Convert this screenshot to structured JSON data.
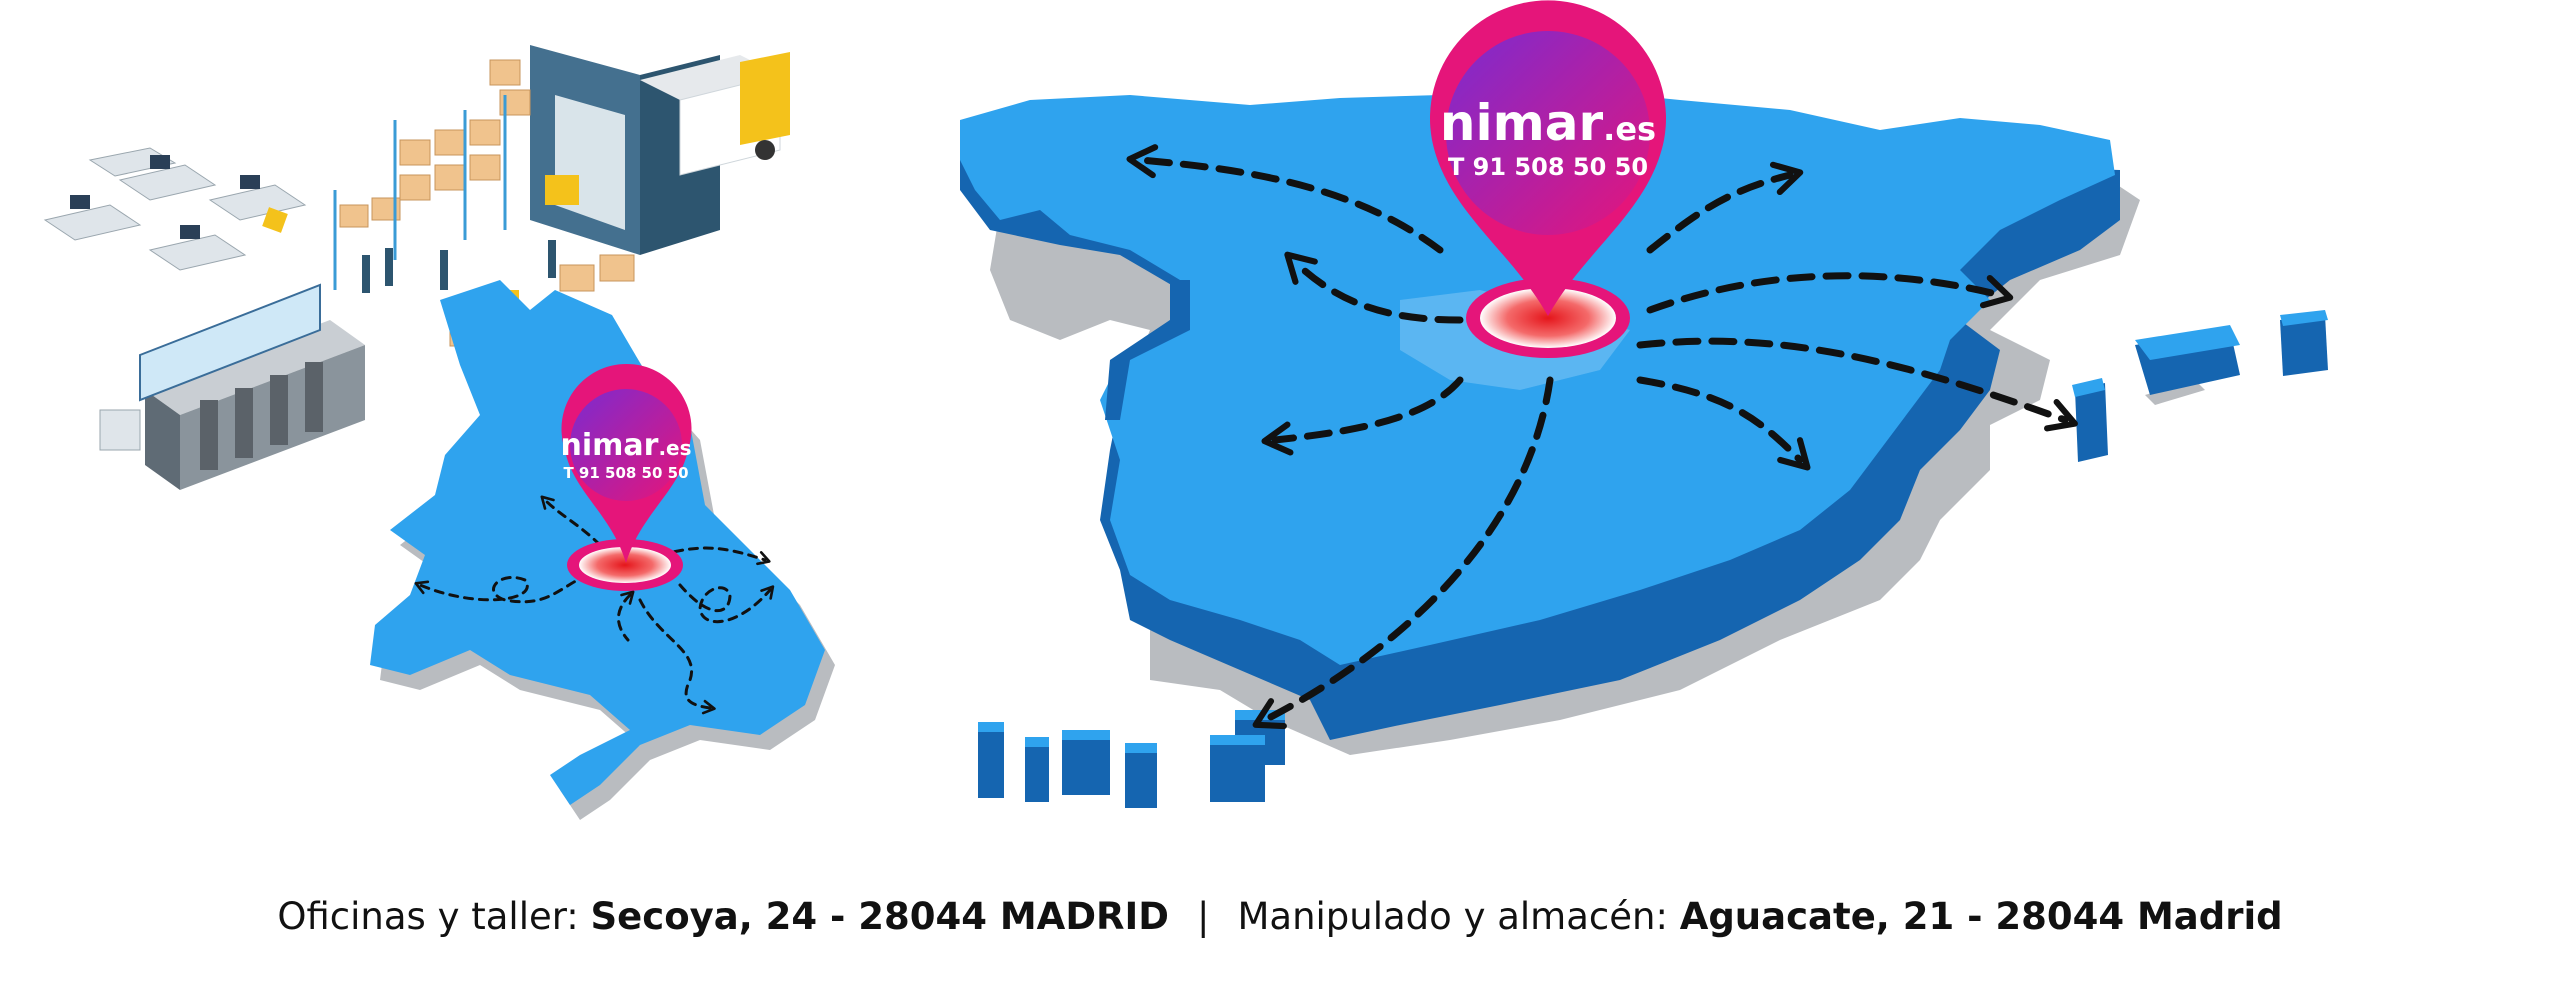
{
  "pins": {
    "large": {
      "brand": "nimar",
      "suffix": ".es",
      "phone": "T 91 508 50 50"
    },
    "small": {
      "brand": "nimar",
      "suffix": ".es",
      "phone": "T 91 508 50 50"
    }
  },
  "caption": {
    "offices_label": "Oficinas y taller: ",
    "offices_address": "Secoya, 24  -  28044 MADRID",
    "separator": "|",
    "warehouse_label": "Manipulado y almacén: ",
    "warehouse_address": "Aguacate, 21  -  28044 Madrid"
  },
  "colors": {
    "map_blue": "#2fa3ee",
    "map_side": "#1565b0",
    "shadow": "#b9bcc0",
    "pin_pink": "#e5157a",
    "pin_purple": "#8e24aa",
    "arrow": "#111111"
  }
}
